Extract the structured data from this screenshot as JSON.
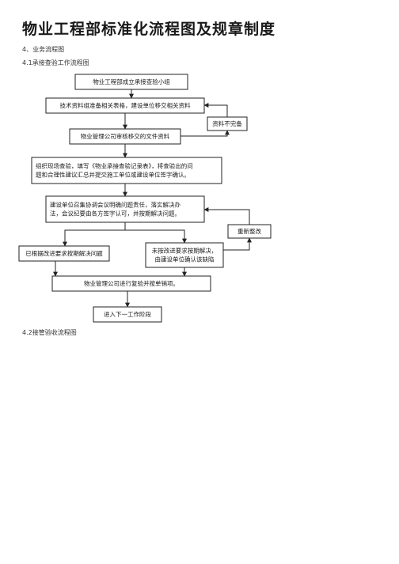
{
  "document": {
    "title": "物业工程部标准化流程图及规章制度",
    "section": "4、业务流程图",
    "subsection_1": "4.1承接查验工作流程图",
    "subsection_2": "4.2接管验收流程图"
  },
  "flowchart": {
    "nodes": [
      {
        "id": "n1",
        "lines": [
          "物业工程部成立承接查验小组"
        ]
      },
      {
        "id": "n2",
        "lines": [
          "技术资料组准备相关表格，建设单位移交相关资料"
        ]
      },
      {
        "id": "n3",
        "lines": [
          "资料不完备"
        ]
      },
      {
        "id": "n4",
        "lines": [
          "物业管理公司审核移交的文件资料"
        ]
      },
      {
        "id": "n5",
        "lines": [
          "组织现场查验，填写《物业承接查验记录表》，将查验出的问",
          "题和合理性建议汇总并提交施工单位或建设单位签字确认。"
        ]
      },
      {
        "id": "n6",
        "lines": [
          "建设单位召集协调会议明确问题责任，落实解决办",
          "法，会议纪要由各方签字认可，并按期解决问题。"
        ]
      },
      {
        "id": "n7",
        "lines": [
          "重新整改"
        ]
      },
      {
        "id": "n8",
        "lines": [
          "已根据改进要求按期解决问题"
        ]
      },
      {
        "id": "n9",
        "lines": [
          "未按改进要求按期解决，",
          "由建设单位确认该缺陷"
        ]
      },
      {
        "id": "n10",
        "lines": [
          "物业管理公司进行复验并按单销项。"
        ]
      },
      {
        "id": "n11",
        "lines": [
          "进入下一工作阶段"
        ]
      }
    ]
  }
}
